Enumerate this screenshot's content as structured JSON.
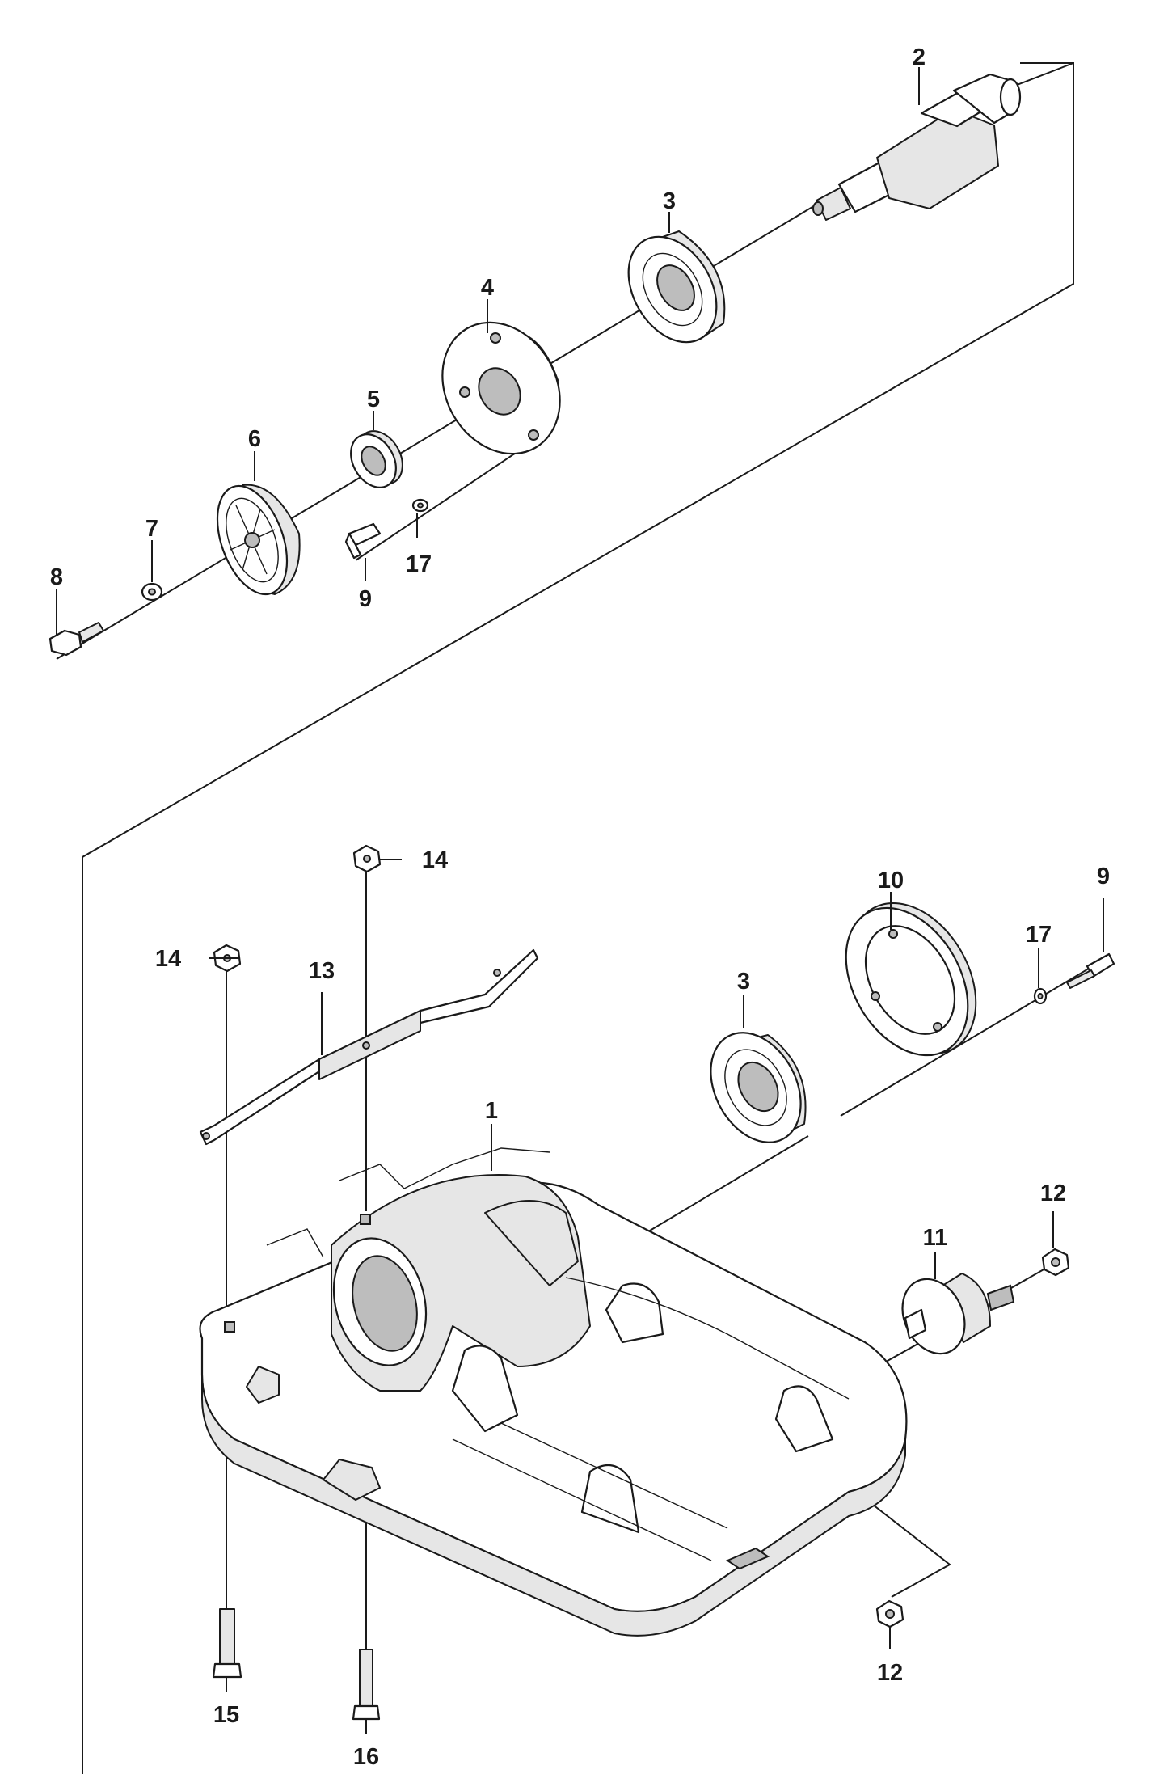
{
  "callouts": {
    "c1": "1",
    "c2": "2",
    "c3a": "3",
    "c3b": "3",
    "c4": "4",
    "c5": "5",
    "c6": "6",
    "c7": "7",
    "c8": "8",
    "c9a": "9",
    "c9b": "9",
    "c10": "10",
    "c11": "11",
    "c12a": "12",
    "c12b": "12",
    "c13": "13",
    "c14a": "14",
    "c14b": "14",
    "c15": "15",
    "c16": "16",
    "c17a": "17",
    "c17b": "17"
  }
}
